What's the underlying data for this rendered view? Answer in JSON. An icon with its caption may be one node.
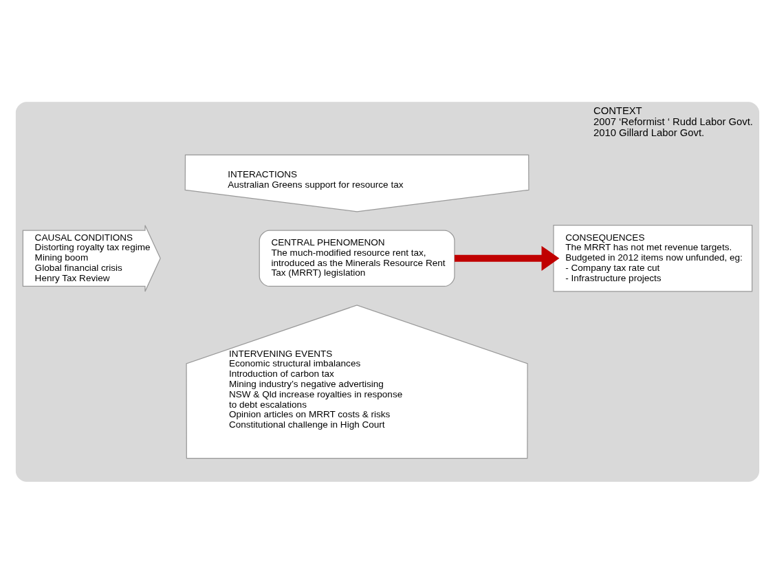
{
  "diagram": {
    "nodes": [
      {
        "text": [
          "CONTEXT",
          "2007 ‘Reformist ‘ Rudd Labor Govt.",
          "2010 Gillard Labor Govt."
        ]
      },
      {
        "text": [
          "INTERACTIONS",
          "Australian Greens support for resource tax"
        ],
        "in": 0
      },
      {
        "text": [
          "CAUSAL CONDITIONS",
          "Distorting royalty tax regime",
          "Mining boom",
          "Global financial crisis",
          "Henry Tax Review"
        ],
        "in": 0
      },
      {
        "text": [
          "CENTRAL PHENOMENON",
          "The much-modified resource rent tax, introduced as the Minerals Resource Rent Tax (MRRT) legislation"
        ],
        "in": 0
      },
      {
        "text": [
          "CONSEQUENCES",
          "The MRRT has not met revenue targets.",
          "Budgeted in 2012 items now unfunded, eg:",
          "- Company tax rate cut",
          "- Infrastructure projects"
        ],
        "in": 0
      },
      {
        "text": [
          "INTERVENING EVENTS",
          "Economic structural imbalances",
          "Introduction of carbon tax",
          "Mining industry’s negative advertising",
          "NSW & Qld increase royalties in response to debt escalations",
          "Opinion articles on MRRT costs & risks",
          "Constitutional challenge in High Court"
        ],
        "in": 0
      }
    ],
    "edges": [
      {
        "from": 3,
        "to": 4,
        "arrow": "to",
        "color": "#c00000"
      }
    ]
  }
}
